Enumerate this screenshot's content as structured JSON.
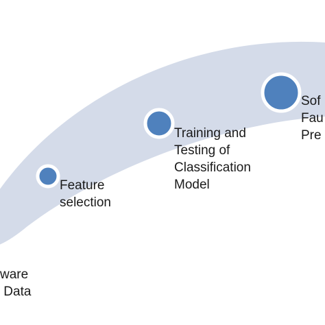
{
  "diagram": {
    "band_color": "#d4dbe9",
    "node_color": "#4f81bd",
    "stages": [
      {
        "id": "data-collection",
        "lines": [
          "ware",
          " Data"
        ]
      },
      {
        "id": "feature-selection",
        "lines": [
          "Feature",
          "selection"
        ]
      },
      {
        "id": "training-testing",
        "lines": [
          "Training and",
          "Testing of",
          "Classification",
          "Model"
        ]
      },
      {
        "id": "fault-prediction",
        "lines": [
          "Sof",
          "Fau",
          "Pre"
        ]
      }
    ]
  }
}
